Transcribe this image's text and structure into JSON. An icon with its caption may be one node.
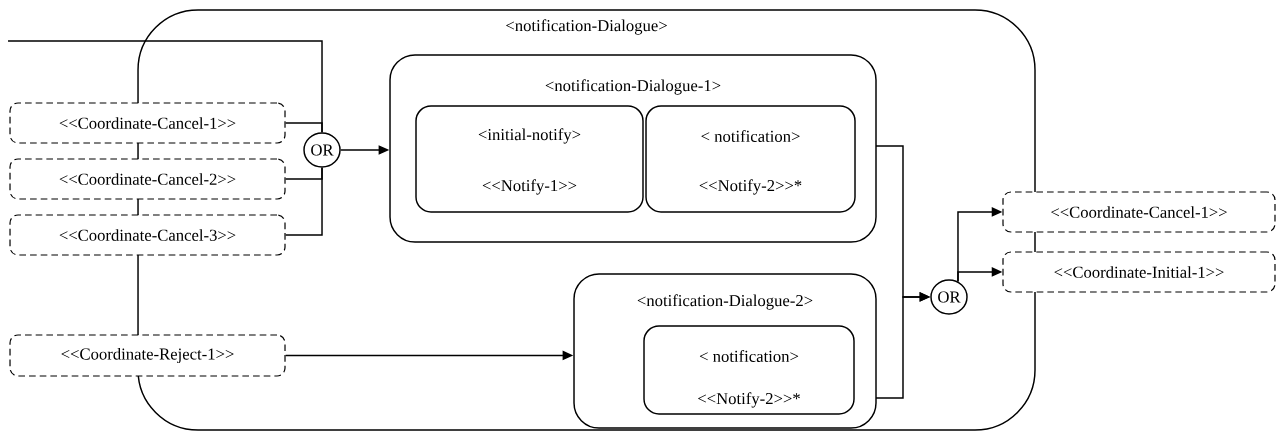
{
  "diagram": {
    "nodes": [
      {
        "text": [
          "<notification-Dialogue>"
        ]
      },
      {
        "text": [
          "<notification-Dialogue-1>"
        ],
        "in": 0
      },
      {
        "text": [
          "<initial-notify>",
          "<<Notify-1>>"
        ],
        "in": 1
      },
      {
        "text": [
          "< notification>",
          "<<Notify-2>>*"
        ],
        "in": 1
      },
      {
        "text": [
          "<notification-Dialogue-2>"
        ],
        "in": 0
      },
      {
        "text": [
          "< notification>",
          "<<Notify-2>>*"
        ],
        "in": 4
      },
      {
        "text": [
          "<<Coordinate-Cancel-1>>"
        ]
      },
      {
        "text": [
          "<<Coordinate-Cancel-2>>"
        ]
      },
      {
        "text": [
          "<<Coordinate-Cancel-3>>"
        ]
      },
      {
        "text": [
          "<<Coordinate-Reject-1>>"
        ]
      },
      {
        "text": [
          "OR"
        ],
        "in": 0
      },
      {
        "text": [
          "OR"
        ],
        "in": 0
      },
      {
        "text": [
          "<<Coordinate-Cancel-1>>"
        ]
      },
      {
        "text": [
          "<<Coordinate-Initial-1>>"
        ]
      }
    ],
    "edges": [
      {
        "from": 6,
        "to": 10,
        "arrow": "none"
      },
      {
        "from": 7,
        "to": 10,
        "arrow": "none"
      },
      {
        "from": 8,
        "to": 10,
        "arrow": "none"
      },
      {
        "from": null,
        "to": 10,
        "arrow": "none"
      },
      {
        "from": 10,
        "to": 1,
        "arrow": "to"
      },
      {
        "from": 9,
        "to": 4,
        "arrow": "to"
      },
      {
        "from": 1,
        "to": 11,
        "arrow": "to"
      },
      {
        "from": 4,
        "to": 11,
        "arrow": "to"
      },
      {
        "from": 11,
        "to": 12,
        "arrow": "to"
      },
      {
        "from": 11,
        "to": 13,
        "arrow": "to"
      }
    ]
  }
}
